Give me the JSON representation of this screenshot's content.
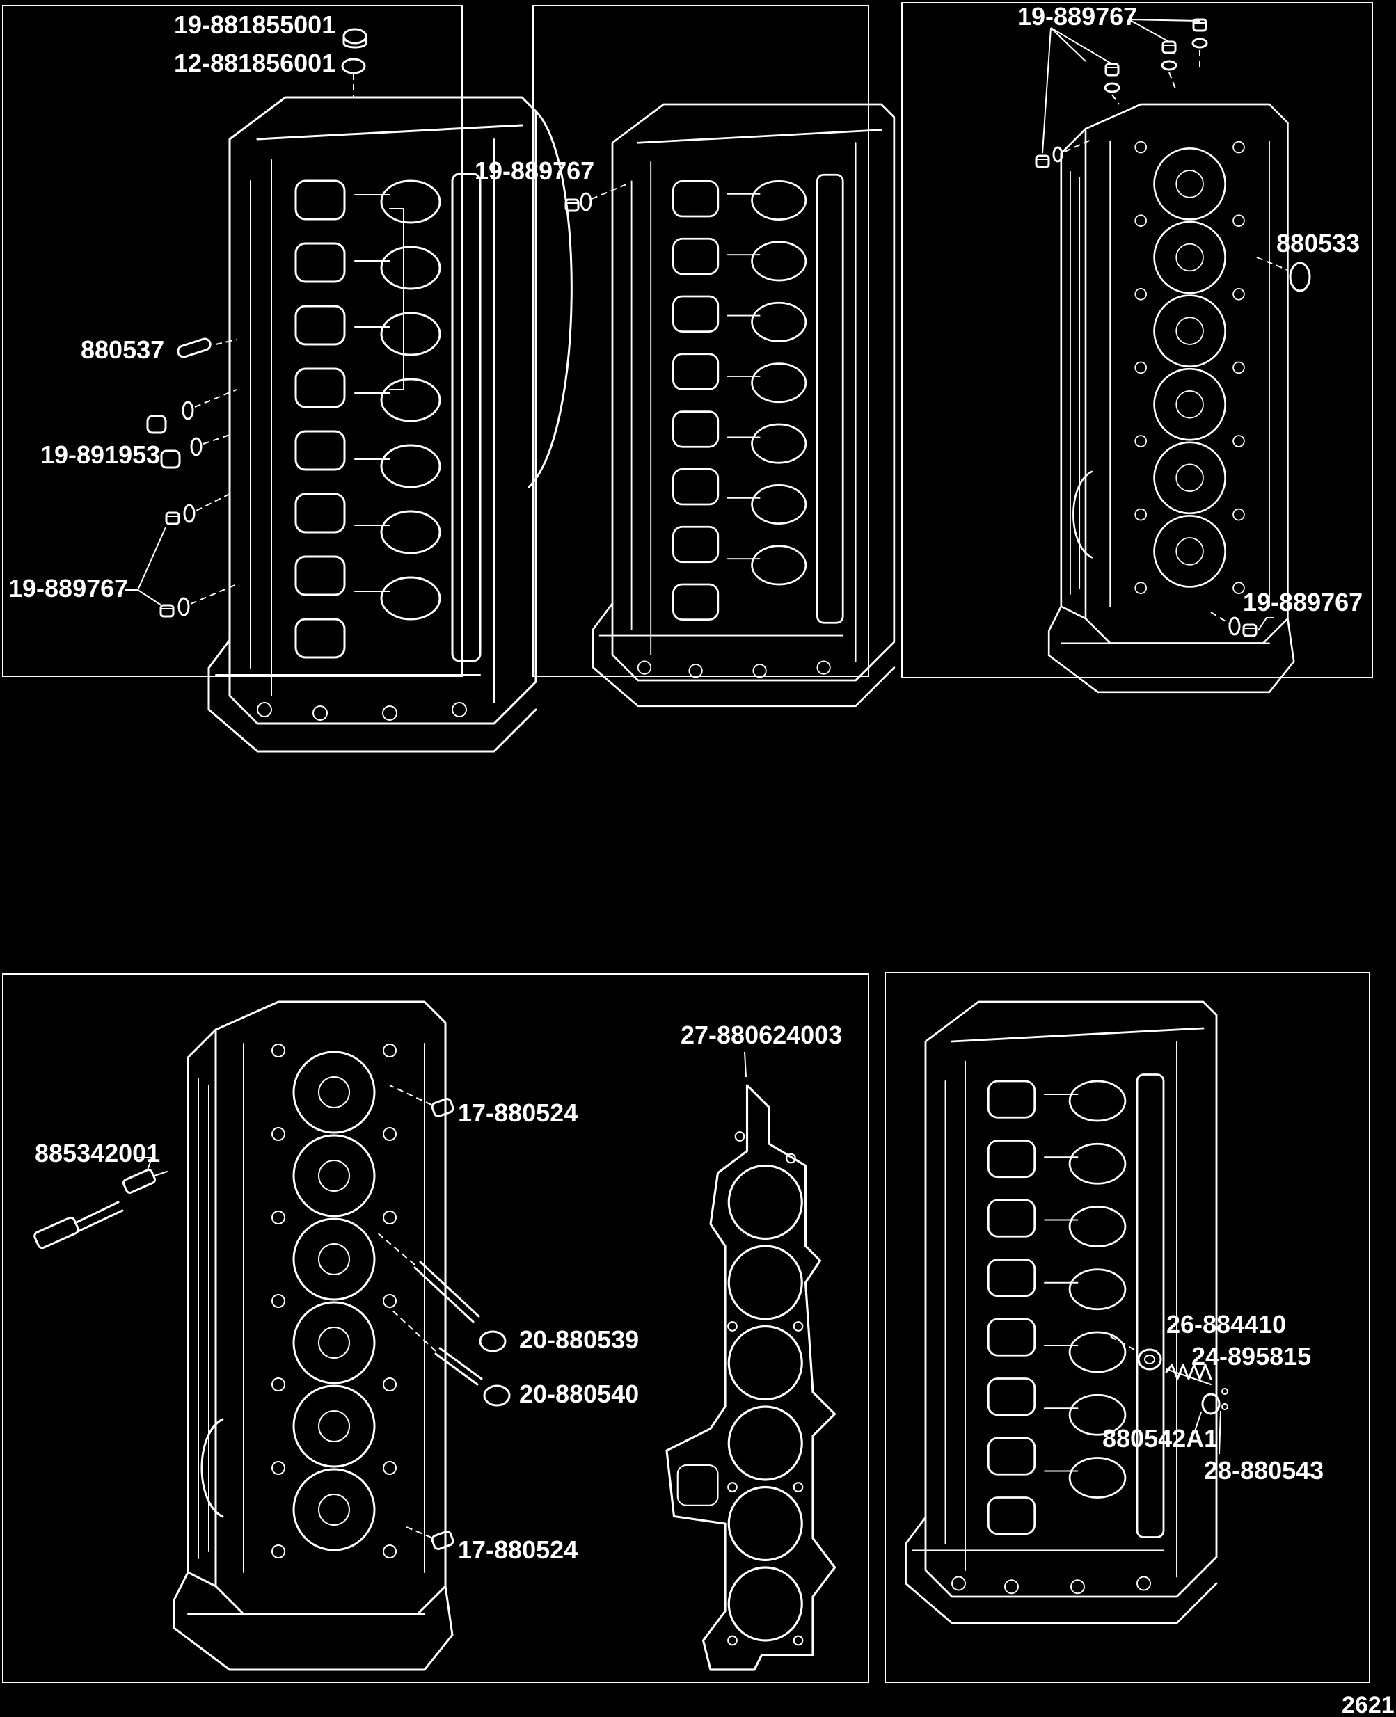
{
  "panels": {
    "top_left": {
      "callouts": {
        "a": "19-881855001",
        "b": "12-881856001",
        "c": "880537",
        "d": "19-891953",
        "e": "19-889767"
      }
    },
    "top_middle": {
      "callouts": {
        "a": "19-889767"
      }
    },
    "top_right": {
      "callouts": {
        "a": "19-889767",
        "b": "880533",
        "c": "19-889767"
      }
    },
    "bottom_left": {
      "callouts": {
        "a": "885342001",
        "b": "17-880524",
        "c": "20-880539",
        "d": "20-880540",
        "e": "17-880524"
      }
    },
    "bottom_middle": {
      "callouts": {
        "a": "27-880624003"
      }
    },
    "bottom_right": {
      "callouts": {
        "a": "26-884410",
        "b": "24-895815",
        "c": "880542A1",
        "d": "28-880543"
      }
    }
  },
  "page_number": "2621"
}
